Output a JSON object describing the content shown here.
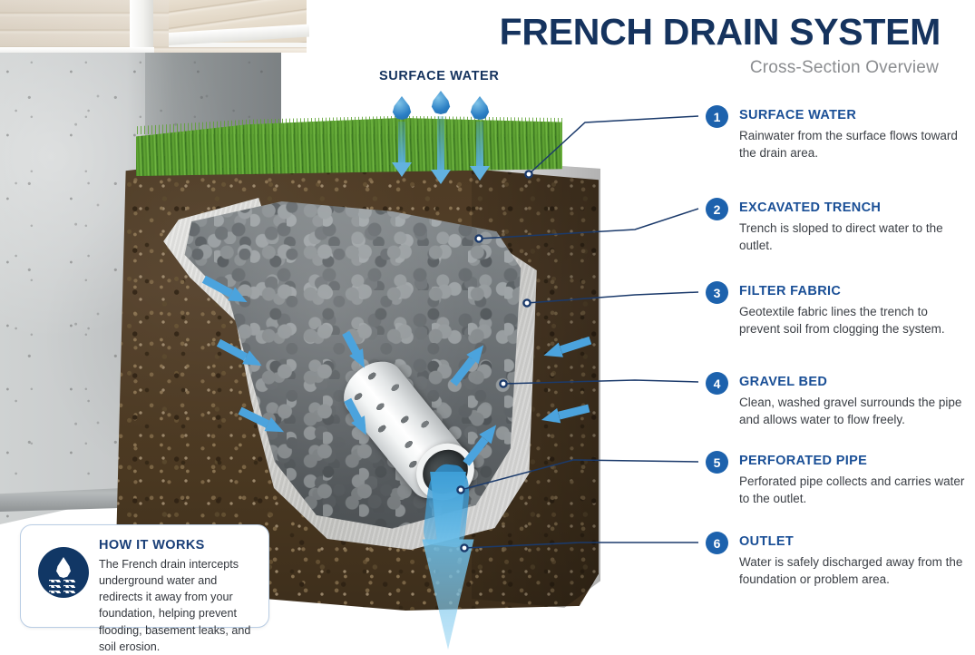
{
  "header": {
    "title": "FRENCH DRAIN SYSTEM",
    "subtitle": "Cross-Section Overview"
  },
  "scene": {
    "surface_water_label": "SURFACE WATER",
    "colors": {
      "title_navy": "#15335e",
      "badge_blue": "#1d62ad",
      "item_title_blue": "#1a4f96",
      "arrow_blue": "#4ba3dd",
      "water_blue": "#3fa0d8",
      "soil_brown": "#4d3a23",
      "grass_green": "#4e9029",
      "gravel_gray": "#7d8387",
      "fabric_gray": "#d3d3d0",
      "concrete_gray": "#c6c9ca",
      "siding_beige": "#e6dccd",
      "icon_navy": "#113765",
      "box_border": "#b9cde4"
    },
    "elements": [
      "house-siding",
      "concrete-foundation",
      "grass-layer",
      "soil-cross-section",
      "geotextile-filter-fabric",
      "gravel-bed",
      "perforated-pipe",
      "outlet-water-stream",
      "surface-water-droplets",
      "groundwater-flow-arrows"
    ]
  },
  "legend": {
    "items": [
      {
        "number": "1",
        "title": "SURFACE WATER",
        "desc": "Rainwater from the surface flows toward the drain area."
      },
      {
        "number": "2",
        "title": "EXCAVATED TRENCH",
        "desc": "Trench is sloped to direct water to the outlet."
      },
      {
        "number": "3",
        "title": "FILTER FABRIC",
        "desc": "Geotextile fabric lines the trench to prevent soil from clogging the system."
      },
      {
        "number": "4",
        "title": "GRAVEL BED",
        "desc": "Clean, washed gravel surrounds the pipe and allows water to flow freely."
      },
      {
        "number": "5",
        "title": "PERFORATED PIPE",
        "desc": "Perforated pipe collects and carries water to the outlet."
      },
      {
        "number": "6",
        "title": "OUTLET",
        "desc": "Water is safely discharged away from the foundation or problem area."
      }
    ]
  },
  "how_it_works": {
    "title": "HOW IT WORKS",
    "body": "The French drain intercepts underground water and redirects it away from your foundation, helping prevent flooding, basement leaks, and soil erosion.",
    "icon": "water-drop-waves-icon"
  }
}
